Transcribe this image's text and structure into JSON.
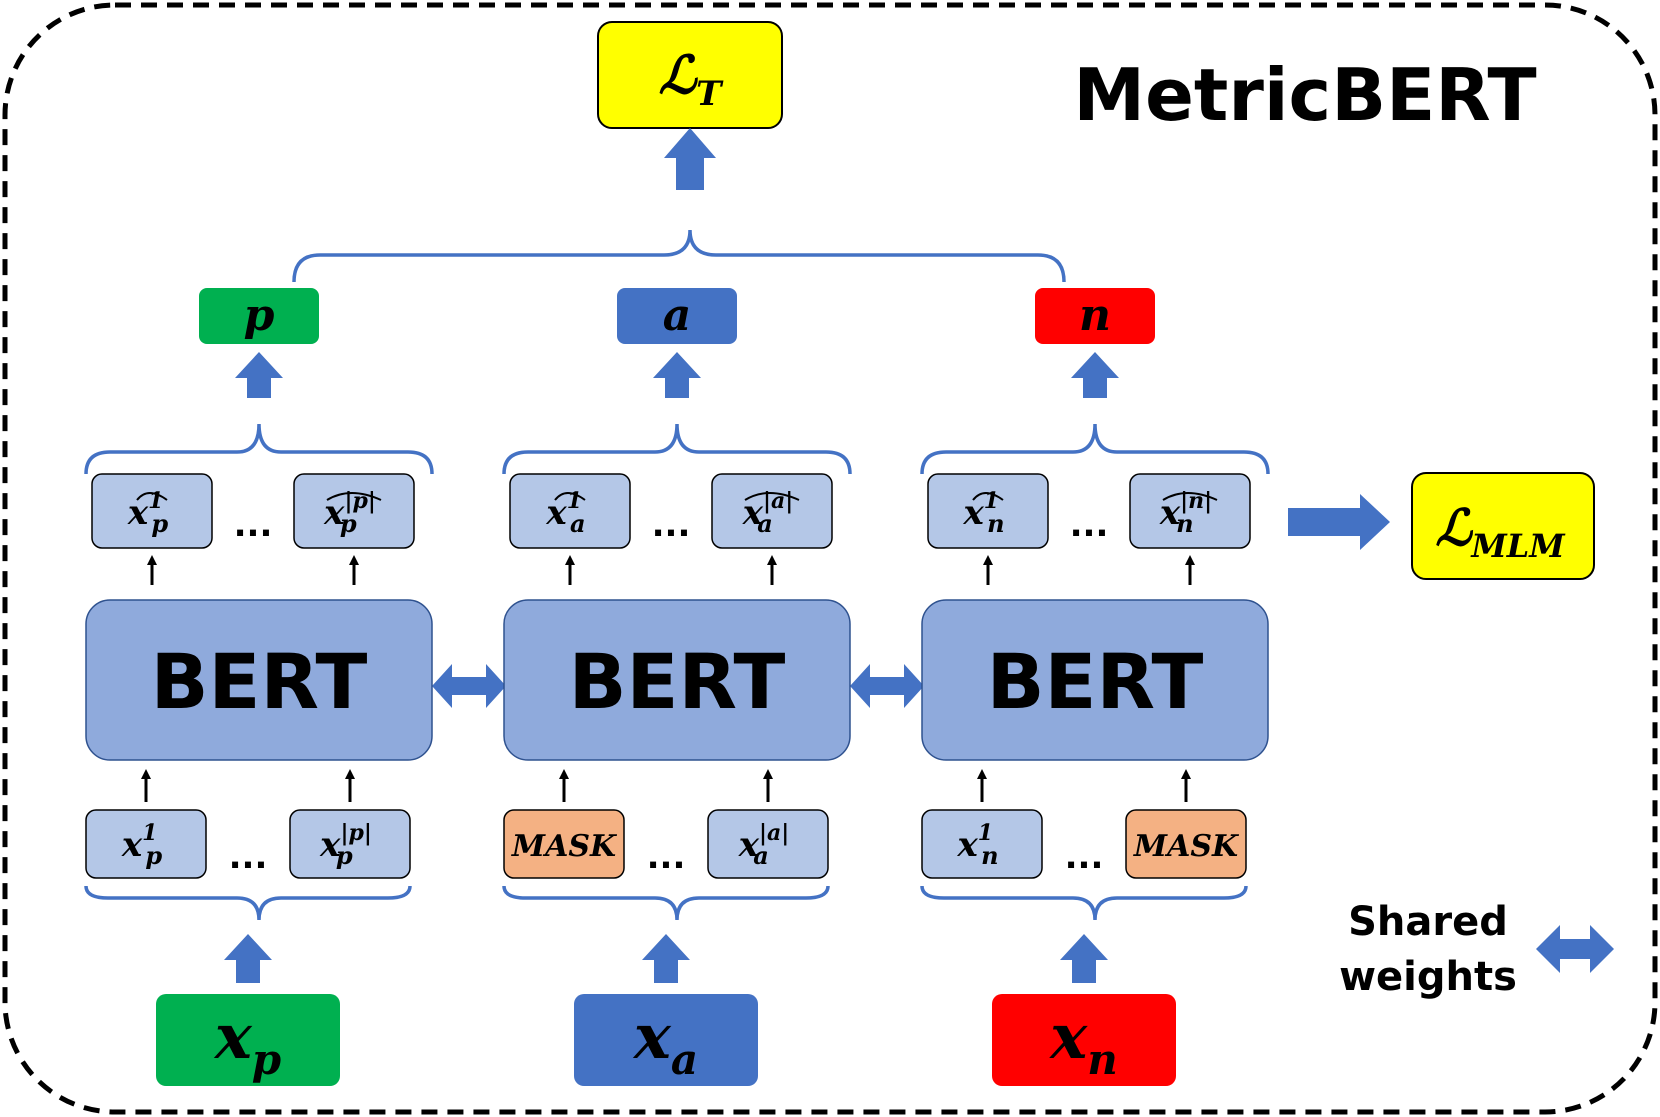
{
  "title": "MetricBERT",
  "loss_triplet": {
    "symbol": "ℒ",
    "sub": "T"
  },
  "loss_mlm": {
    "symbol": "ℒ",
    "sub": "MLM"
  },
  "branches": [
    {
      "id": "p",
      "color": "#00B050",
      "embedding": "p",
      "input": {
        "base": "x",
        "sub": "p"
      },
      "outputs": [
        {
          "base": "x",
          "sub": "p",
          "sup": "1"
        },
        {
          "base": "x",
          "sub": "p",
          "sup": "|p|"
        }
      ],
      "tokens": [
        {
          "type": "token",
          "base": "x",
          "sub": "p",
          "sup": "1"
        },
        {
          "type": "token",
          "base": "x",
          "sub": "p",
          "sup": "|p|"
        }
      ],
      "encoder": "BERT"
    },
    {
      "id": "a",
      "color": "#4472C4",
      "embedding": "a",
      "input": {
        "base": "x",
        "sub": "a"
      },
      "outputs": [
        {
          "base": "x",
          "sub": "a",
          "sup": "1"
        },
        {
          "base": "x",
          "sub": "a",
          "sup": "|a|"
        }
      ],
      "tokens": [
        {
          "type": "mask",
          "text": "MASK"
        },
        {
          "type": "token",
          "base": "x",
          "sub": "a",
          "sup": "|a|"
        }
      ],
      "encoder": "BERT"
    },
    {
      "id": "n",
      "color": "#FF0000",
      "embedding": "n",
      "input": {
        "base": "x",
        "sub": "n"
      },
      "outputs": [
        {
          "base": "x",
          "sub": "n",
          "sup": "1"
        },
        {
          "base": "x",
          "sub": "n",
          "sup": "|n|"
        }
      ],
      "tokens": [
        {
          "type": "token",
          "base": "x",
          "sub": "n",
          "sup": "1"
        },
        {
          "type": "mask",
          "text": "MASK"
        }
      ],
      "encoder": "BERT"
    }
  ],
  "ellipsis": "...",
  "legend": {
    "line1": "Shared",
    "line2": "weights"
  },
  "colors": {
    "loss_fill": "#FFFF00",
    "token_fill": "#B4C7E7",
    "mask_fill": "#F4B183",
    "bert_fill": "#8FAADC",
    "arrow": "#4472C4"
  }
}
